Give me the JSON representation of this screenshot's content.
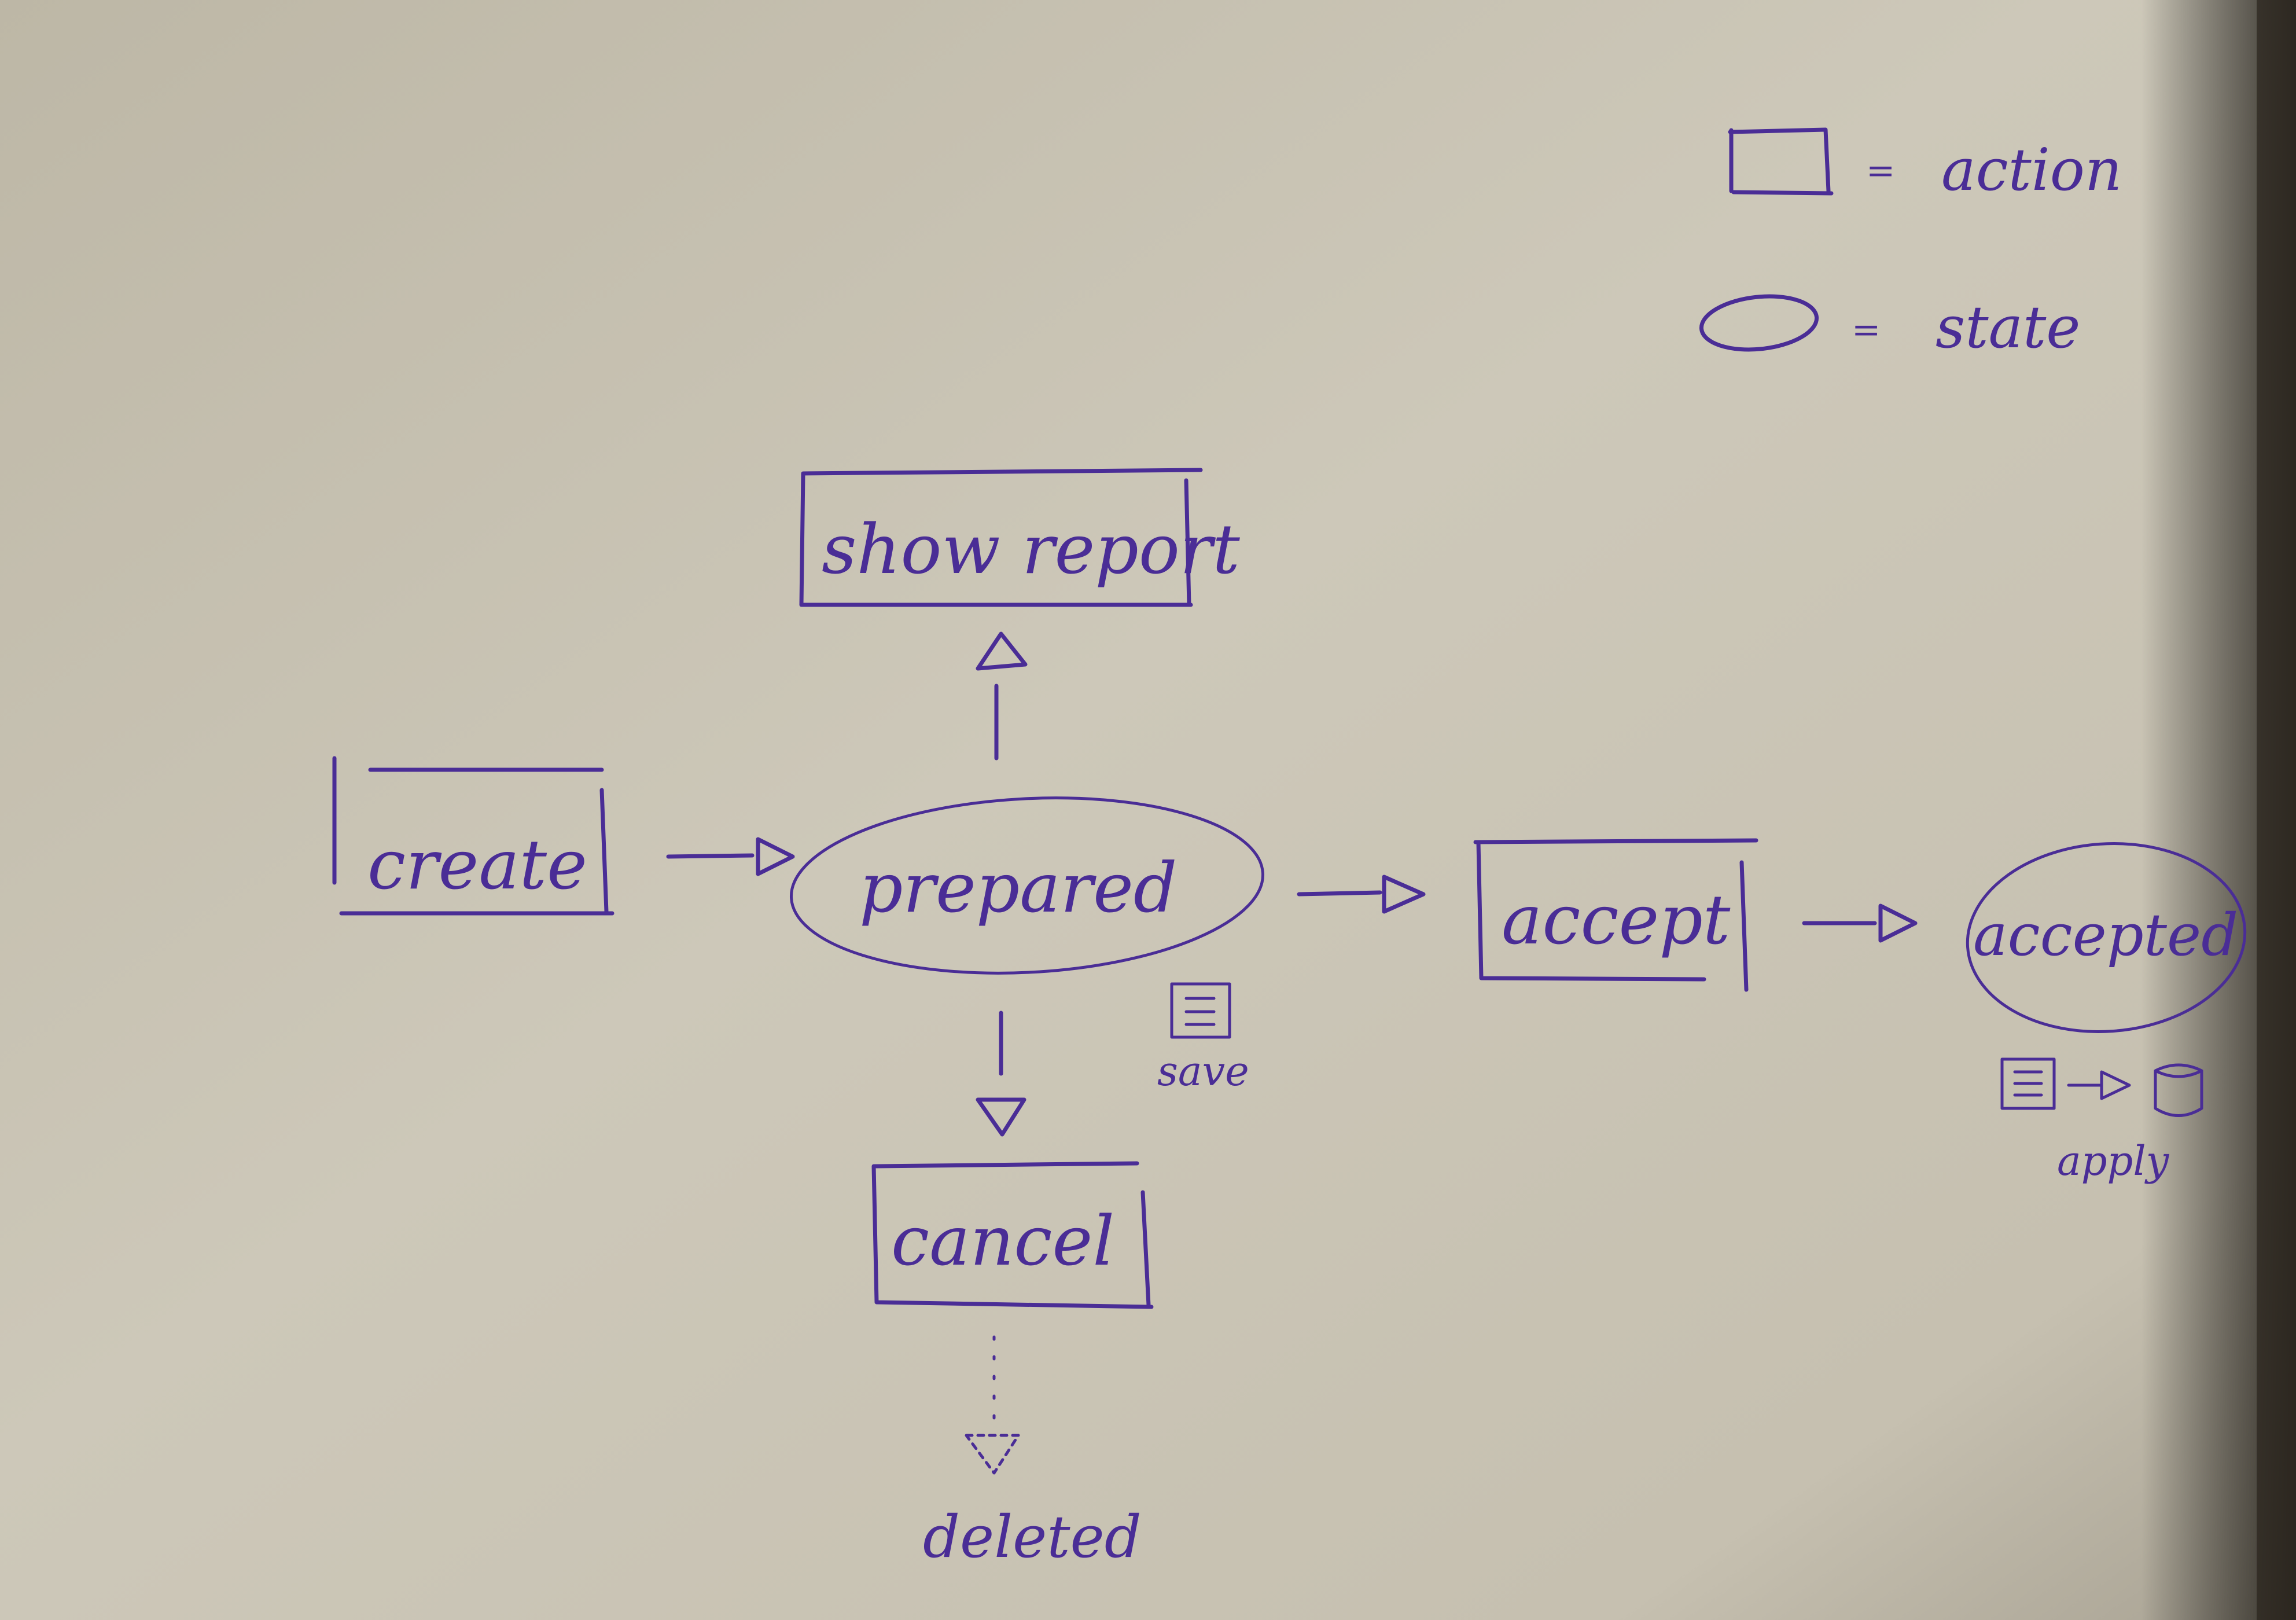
{
  "legend": {
    "rect_meaning": "action",
    "ellipse_meaning": "state",
    "equals": "="
  },
  "nodes": {
    "show_report": "show report",
    "create": "create",
    "prepared": "prepared",
    "accept": "accept",
    "accepted": "accepted",
    "cancel": "cancel",
    "deleted": "deleted"
  },
  "annotations": {
    "save": "save",
    "apply": "apply"
  },
  "colors": {
    "ink": "#4a2d96",
    "paper": "#c9c3b3"
  }
}
